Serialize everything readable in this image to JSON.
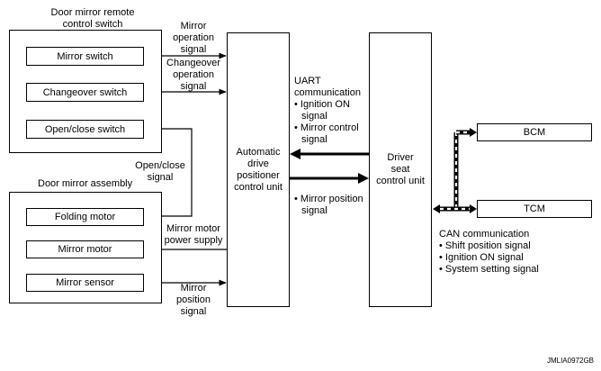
{
  "groups": {
    "remote_switch": {
      "title_line1": "Door mirror remote",
      "title_line2": "control switch"
    },
    "mirror_assembly": {
      "title": "Door mirror assembly"
    }
  },
  "switches": {
    "mirror": "Mirror switch",
    "changeover": "Changeover switch",
    "open_close": "Open/close switch"
  },
  "motors": {
    "folding": "Folding motor",
    "mirror": "Mirror motor",
    "sensor": "Mirror sensor"
  },
  "units": {
    "adp": {
      "line1": "Automatic",
      "line2": "drive",
      "line3": "positioner",
      "line4": "control unit"
    },
    "driver": {
      "line1": "Driver",
      "line2": "seat",
      "line3": "control unit"
    },
    "bcm": "BCM",
    "tcm": "TCM"
  },
  "signals": {
    "mirror_operation": {
      "line1": "Mirror",
      "line2": "operation",
      "line3": "signal"
    },
    "changeover_operation": {
      "line1": "Changeover",
      "line2": "operation",
      "line3": "signal"
    },
    "open_close": {
      "line1": "Open/close",
      "line2": "signal"
    },
    "motor_power": {
      "line1": "Mirror motor",
      "line2": "power supply"
    },
    "mirror_position": {
      "line1": "Mirror",
      "line2": "position",
      "line3": "signal"
    }
  },
  "uart": {
    "line1": "UART",
    "line2": "communication",
    "item1_line1": "• Ignition ON",
    "item1_line2": "signal",
    "item2_line1": "• Mirror control",
    "item2_line2": "signal",
    "item3_line1": "• Mirror position",
    "item3_line2": "signal"
  },
  "can": {
    "title": "CAN communication",
    "item1": "• Shift position signal",
    "item2": "• Ignition ON signal",
    "item3": "• System setting signal"
  },
  "figure_code": "JMLIA0972GB"
}
